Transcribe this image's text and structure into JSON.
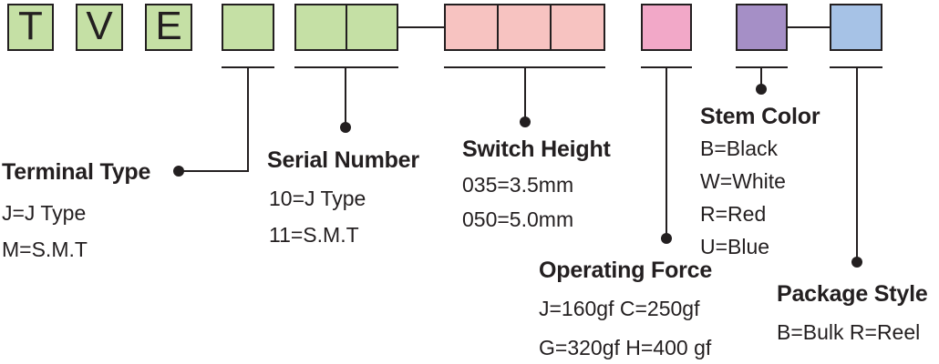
{
  "colors": {
    "green": "#c5e0a5",
    "pink": "#f7c3c1",
    "magenta": "#f2a8c8",
    "purple": "#a58fc6",
    "blue": "#a6c2e6",
    "ink": "#231f20"
  },
  "prefix": [
    "T",
    "V",
    "E"
  ],
  "groups": {
    "terminal_type": {
      "label": "Terminal Type",
      "options": [
        "J=J Type",
        "M=S.M.T"
      ]
    },
    "serial_number": {
      "label": "Serial Number",
      "options": [
        "10=J Type",
        "11=S.M.T"
      ]
    },
    "switch_height": {
      "label": "Switch Height",
      "options": [
        "035=3.5mm",
        "050=5.0mm"
      ]
    },
    "operating_force": {
      "label": "Operating Force",
      "options": [
        "J=160gf C=250gf",
        "G=320gf H=400 gf"
      ]
    },
    "stem_color": {
      "label": "Stem Color",
      "options": [
        "B=Black",
        "W=White",
        "R=Red",
        "U=Blue"
      ]
    },
    "package_style": {
      "label": "Package Style",
      "options": [
        "B=Bulk R=Reel"
      ]
    }
  }
}
